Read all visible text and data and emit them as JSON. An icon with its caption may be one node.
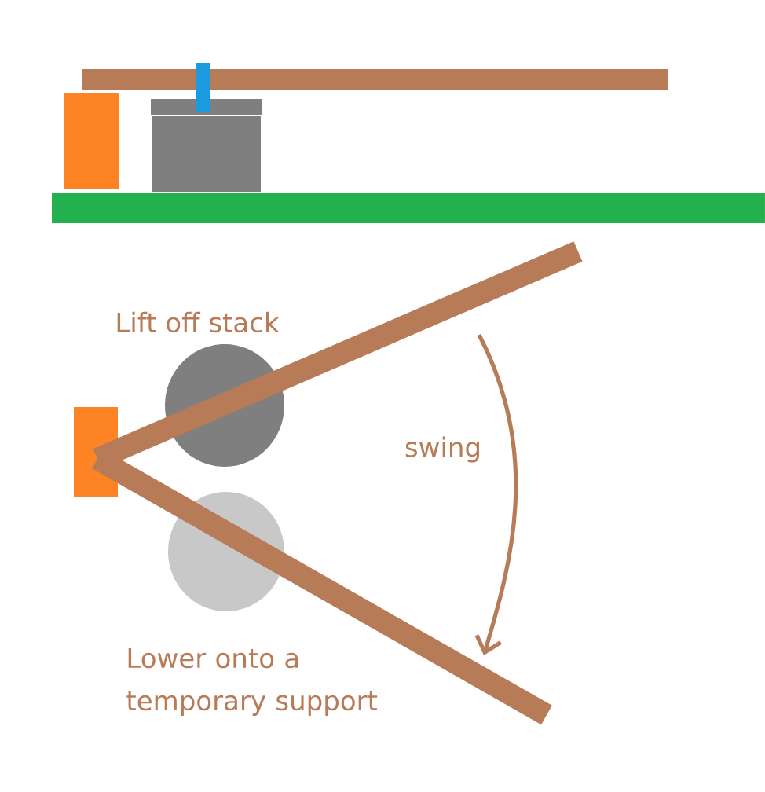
{
  "diagram": {
    "labels": [
      "Lift off stack",
      "swing",
      "Lower onto a temporary support"
    ]
  }
}
